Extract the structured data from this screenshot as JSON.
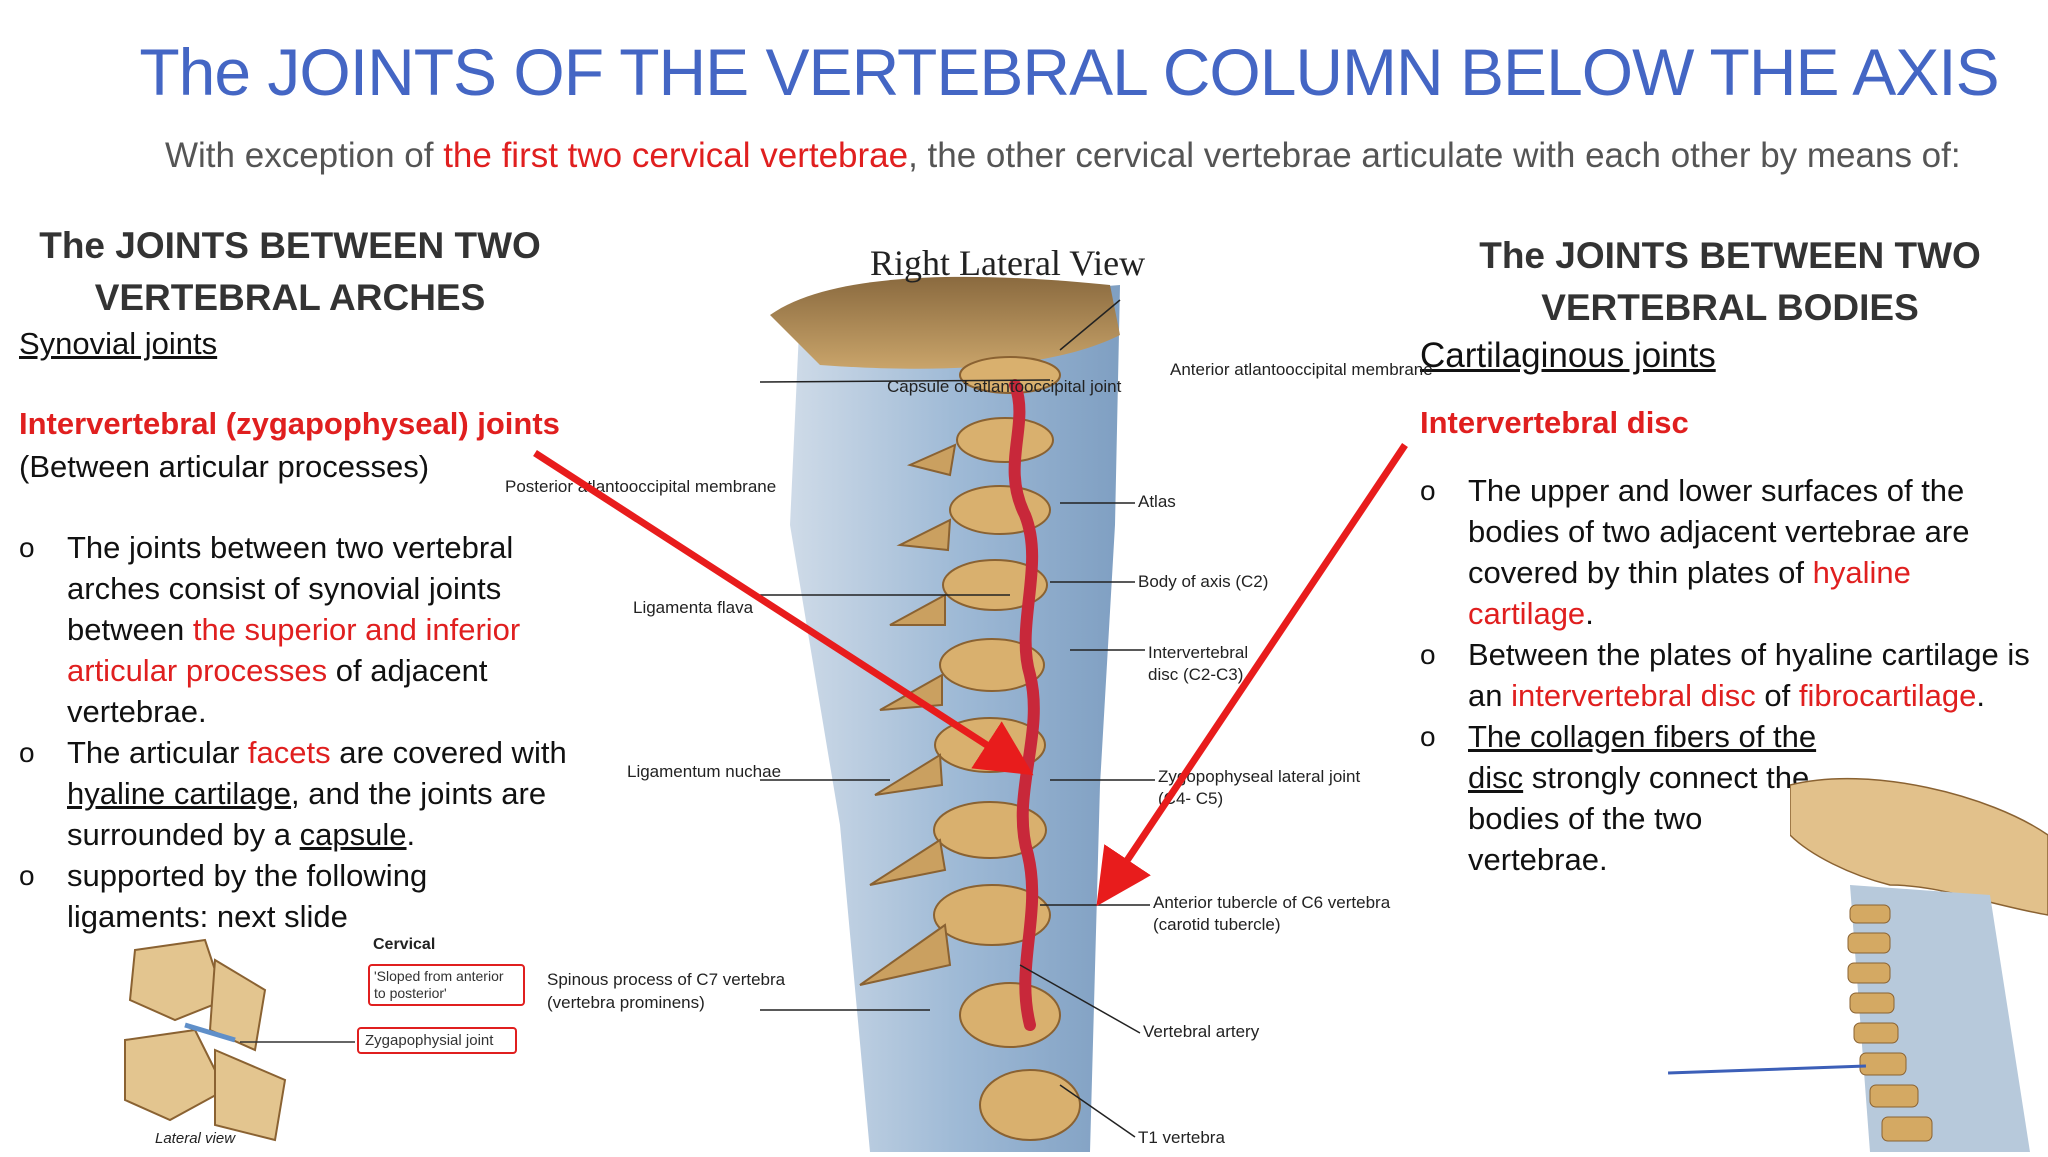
{
  "title": "The JOINTS OF THE VERTEBRAL COLUMN BELOW THE AXIS",
  "subtitle": {
    "pre": "With exception of ",
    "red": "the first two cervical vertebrae",
    "post": ", the other  cervical vertebrae articulate with each other by means of:"
  },
  "left": {
    "heading_line1": "The JOINTS BETWEEN TWO",
    "heading_line2": "VERTEBRAL ARCHES",
    "type": "Synovial joints",
    "subheading": "Intervertebral (zygapophyseal) joints",
    "subnote": "(Between articular processes)",
    "bullets": {
      "b1_a": "The joints between two vertebral arches consist of synovial joints between ",
      "b1_red": "the superior and inferior articular processes",
      "b1_b": " of adjacent vertebrae.",
      "b2_a": "The articular ",
      "b2_red": "facets",
      "b2_b": " are covered with ",
      "b2_u1": "hyaline cartilage",
      "b2_c": ", and the joints are surrounded by a ",
      "b2_u2": "capsule",
      "b2_d": ".",
      "b3": "supported by the following ligaments: next slide"
    }
  },
  "right": {
    "heading_line1": "The JOINTS BETWEEN TWO",
    "heading_line2": "VERTEBRAL BODIES",
    "type": "Cartilaginous joints",
    "subheading": "Intervertebral disc",
    "bullets": {
      "b1_a": "The upper and lower surfaces of the bodies of two adjacent vertebrae are covered by thin plates of ",
      "b1_red": "hyaline cartilage",
      "b1_b": ".",
      "b2_a": "Between the plates of hyaline cartilage is an ",
      "b2_red1": "intervertebral disc",
      "b2_b": " of ",
      "b2_red2": "fibrocartilage",
      "b2_c": ".",
      "b3_u": "The collagen fibers of the disc",
      "b3_b": " strongly connect the bodies of the two vertebrae."
    }
  },
  "bullet_symbol": "o",
  "figure": {
    "view_title": "Right Lateral View",
    "labels": {
      "capsule": "Capsule of atlantooccipital joint",
      "ant_membrane": "Anterior atlantooccipital membrane",
      "post_membrane": "Posterior atlantooccipital membrane",
      "atlas": "Atlas",
      "body_axis": "Body of axis (C2)",
      "lig_flava": "Ligamenta flava",
      "iv_disc_1": "Intervertebral",
      "iv_disc_2": "disc (C2-C3)",
      "lig_nuchae": "Ligamentum nuchae",
      "zyg_1": "Zygopophyseal lateral joint",
      "zyg_2": "(C4- C5)",
      "ant_tub_1": "Anterior tubercle of C6 vertebra",
      "ant_tub_2": "(carotid tubercle)",
      "spinous_1": "Spinous process of C7 vertebra",
      "spinous_2": "(vertebra prominens)",
      "vert_artery": "Vertebral artery",
      "t1": "T1 vertebra"
    }
  },
  "small_figure": {
    "region": "Cervical",
    "box1": "'Sloped from anterior to posterior'",
    "box2": "Zygapophysial joint",
    "caption": "Lateral view"
  },
  "colors": {
    "title": "#4466c4",
    "accent_red": "#e01f1f",
    "arrow": "#e81c1c"
  }
}
